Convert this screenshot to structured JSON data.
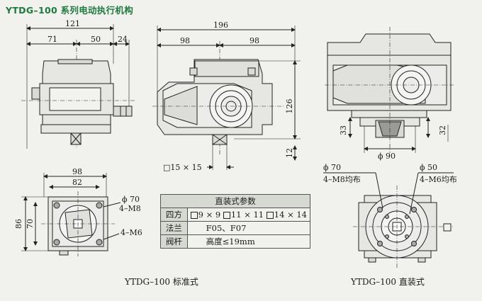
{
  "title": "YTDG–100 系列电动执行机构",
  "front_view": {
    "dims": {
      "total_width": "121",
      "left": "71",
      "right": "50",
      "side": "24"
    }
  },
  "side_view": {
    "dims": {
      "total_width": "196",
      "left": "98",
      "right": "98",
      "height": "126",
      "base": "12",
      "square": "□15 × 15"
    }
  },
  "vertical_view": {
    "dims": {
      "left": "33",
      "right": "32",
      "flange": "ϕ 90"
    }
  },
  "bottom_view": {
    "dims": {
      "outer": "98",
      "inner": "82",
      "height_outer": "86",
      "height_inner": "70",
      "bolt_circle": "ϕ 70",
      "bolt_spec": "4–M8",
      "thread": "4–M6"
    }
  },
  "params_table": {
    "header": "直装式参数",
    "rows": [
      {
        "label": "四方",
        "options": [
          "9 × 9",
          "11 × 11",
          "14 × 14"
        ]
      },
      {
        "label": "法兰",
        "value": "F05、F07"
      },
      {
        "label": "阀杆",
        "value": "高度≤19mm"
      }
    ]
  },
  "direct_view": {
    "dims": {
      "pcd_left": "ϕ 70",
      "holes_left": "4–M8均布",
      "pcd_right": "ϕ 50",
      "holes_right": "4–M6均布"
    }
  },
  "captions": {
    "standard": "YTDG–100 标准式",
    "direct": "YTDG–100 直装式"
  }
}
